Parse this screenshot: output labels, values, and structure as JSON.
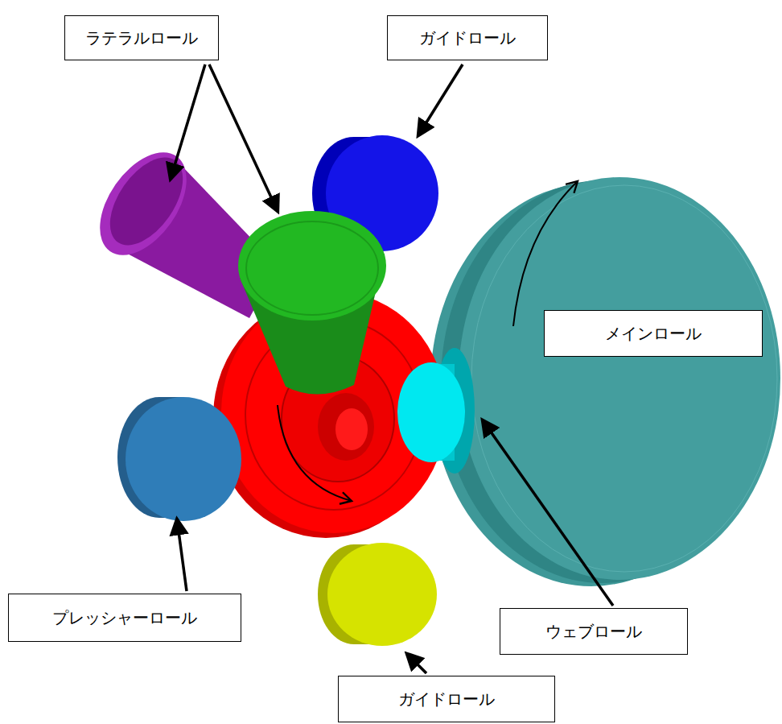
{
  "diagram": {
    "nodes": [
      {
        "text": [
          "ラテラルロール"
        ]
      },
      {
        "text": [
          "ガイドロール"
        ]
      },
      {
        "text": [
          "メインロール"
        ]
      },
      {
        "text": [
          "プレッシャーロール"
        ]
      },
      {
        "text": [
          "ウェブロール"
        ]
      },
      {
        "text": [
          "ガイドロール"
        ]
      }
    ]
  }
}
